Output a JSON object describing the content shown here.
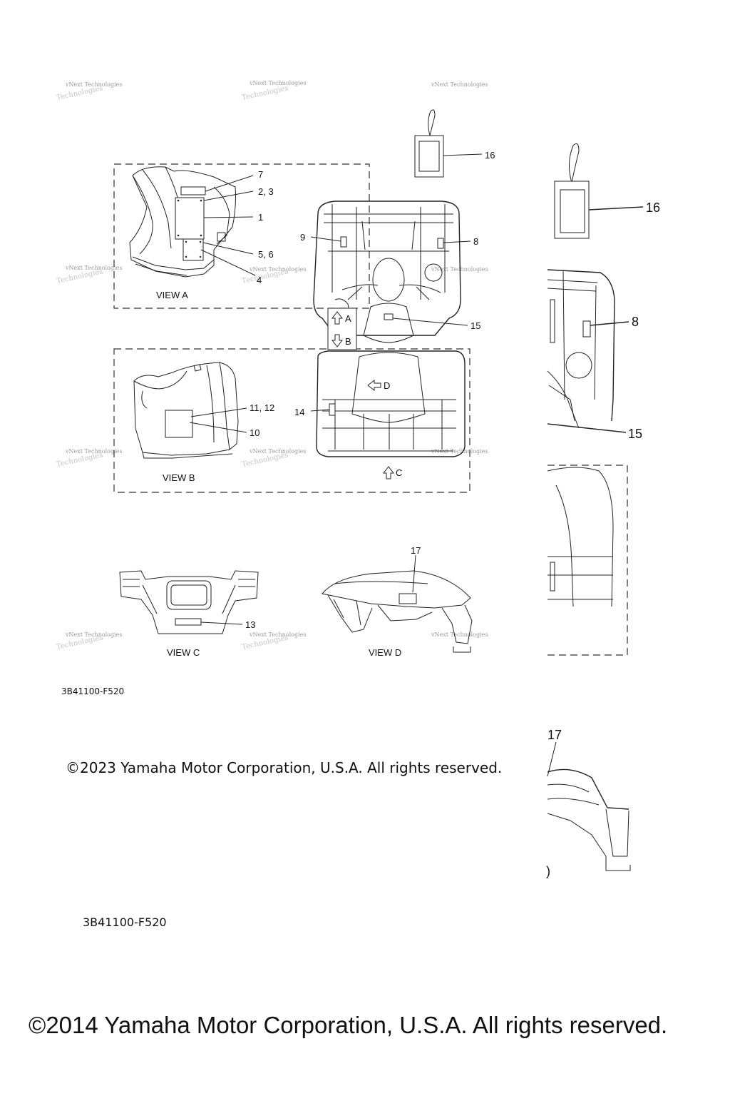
{
  "watermark": {
    "line1": "vNext Technologies",
    "line2": "Technologies"
  },
  "views": {
    "view_a": "VIEW A",
    "view_b": "VIEW B",
    "view_c": "VIEW C",
    "view_d": "VIEW D"
  },
  "arrows": {
    "a": "A",
    "b": "B",
    "c": "C",
    "d": "D"
  },
  "callouts": {
    "c1": "1",
    "c2_3": "2, 3",
    "c4": "4",
    "c5_6": "5, 6",
    "c7": "7",
    "c8": "8",
    "c9": "9",
    "c10": "10",
    "c11_12": "11, 12",
    "c13": "13",
    "c14": "14",
    "c15": "15",
    "c16": "16",
    "c17": "17"
  },
  "zoom_fragment": {
    "c16": "16",
    "c8": "8",
    "c15": "15",
    "c17": "17",
    "view_d_tail": ")"
  },
  "part_code_small": "3B41100-F520",
  "part_code_large": "3B41100-F520",
  "copyright_2023": "©2023 Yamaha Motor Corporation, U.S.A. All rights reserved.",
  "copyright_2014": "©2014 Yamaha Motor Corporation, U.S.A. All rights reserved."
}
